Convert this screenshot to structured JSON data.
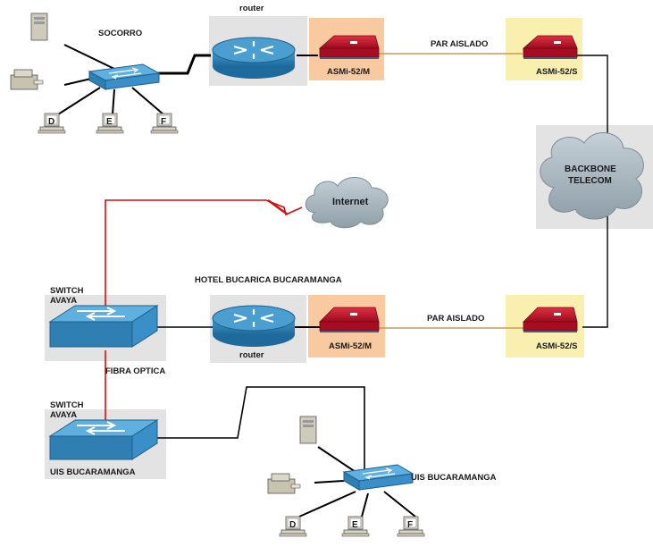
{
  "labels": {
    "socorro": "SOCORRO",
    "router_top": "router",
    "router_bottom": "router",
    "asmi_m_top": "ASMi-52/M",
    "asmi_s_top": "ASMi-52/S",
    "asmi_m_bottom": "ASMi-52/M",
    "asmi_s_bottom": "ASMi-52/S",
    "par_aislado_top": "PAR AISLADO",
    "par_aislado_bottom": "PAR AISLADO",
    "backbone_line1": "BACKBONE",
    "backbone_line2": "TELECOM",
    "internet": "Internet",
    "hotel": "HOTEL BUCARICA BUCARAMANGA",
    "switch_avaya_1_line1": "SWITCH",
    "switch_avaya_1_line2": "AVAYA",
    "fibra_optica": "FIBRA OPTICA",
    "switch_avaya_2_line1": "SWITCH",
    "switch_avaya_2_line2": "AVAYA",
    "uis_left": "UIS BUCARAMANGA",
    "uis_right": "UIS BUCARAMANGA"
  },
  "terminals_top": [
    "D",
    "E",
    "F"
  ],
  "terminals_bottom": [
    "D",
    "E",
    "F"
  ],
  "colors": {
    "router_blue": "#2f7fb3",
    "switch_blue": "#3a8fc8",
    "modem_red": "#c8102e",
    "highlight_orange": "#f9c9a0",
    "highlight_yellow": "#f9f0b0",
    "backdrop_gray": "#e3e3e3",
    "copper_line": "#c99a5a",
    "internet_red": "#d01010",
    "cloud_gray": "#a9b6bf"
  }
}
